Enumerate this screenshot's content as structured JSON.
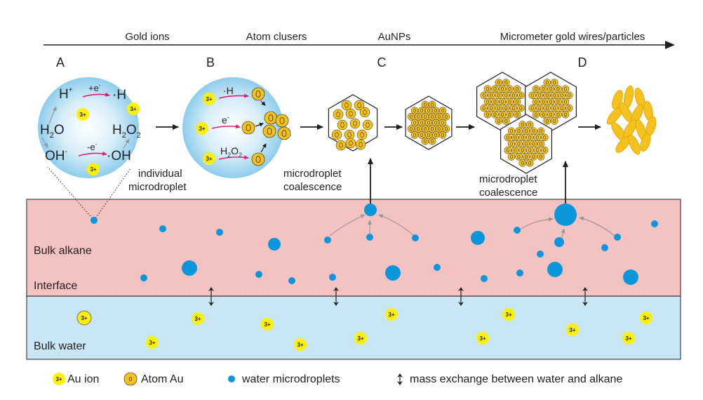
{
  "timeline": {
    "stages": [
      "Gold ions",
      "Atom  clusers",
      "AuNPs",
      "Micrometer gold wires/particles"
    ]
  },
  "panels": {
    "A": "A",
    "B": "B",
    "C": "C",
    "D": "D"
  },
  "panel_a": {
    "h_plus": "H",
    "h_plus_sup": "+",
    "plus_e": "+e",
    "plus_e_sup": "-",
    "h_radical": "·H",
    "h2o": "H",
    "h2o_sub": "2",
    "h2o_o": "O",
    "oh_minus": "OH",
    "oh_minus_sup": "-",
    "minus_e": "-e",
    "minus_e_sup": "-",
    "oh_radical": "·OH",
    "h2o2_h": "H",
    "h2o2_sub1": "2",
    "h2o2_o": "O",
    "h2o2_sub2": "2",
    "ion_label": "3+",
    "caption_line1": "individual",
    "caption_line2": "microdroplet"
  },
  "panel_b": {
    "h_radical": "·H",
    "electron": "e",
    "electron_sup": "-",
    "h2o2_h": "H",
    "h2o2_sub1": "2",
    "h2o2_o": "O",
    "h2o2_sub2": "2",
    "ion_label": "3+",
    "atom_label": "0"
  },
  "coalescence_1": {
    "line1": "microdroplet",
    "line2": "coalescence"
  },
  "coalescence_2": {
    "line1": "microdroplet",
    "line2": "coalescence"
  },
  "phases": {
    "alkane": "Bulk alkane",
    "interface": "Interface",
    "water": "Bulk water",
    "ion_label": "3+"
  },
  "legend": {
    "au_ion_symbol": "3+",
    "au_ion": "Au ion",
    "atom_symbol": "0",
    "atom_au": "Atom Au",
    "microdroplets": "water microdroplets",
    "mass_exchange": "mass exchange between water and alkane"
  },
  "colors": {
    "alkane_bg": "#f5c2c2",
    "water_bg": "#c8e6f5",
    "droplet": "#0b96dc",
    "ion": "#fff200",
    "atom": "#f4c21b",
    "arrow_pink": "#d4237a",
    "dark": "#231f20"
  }
}
